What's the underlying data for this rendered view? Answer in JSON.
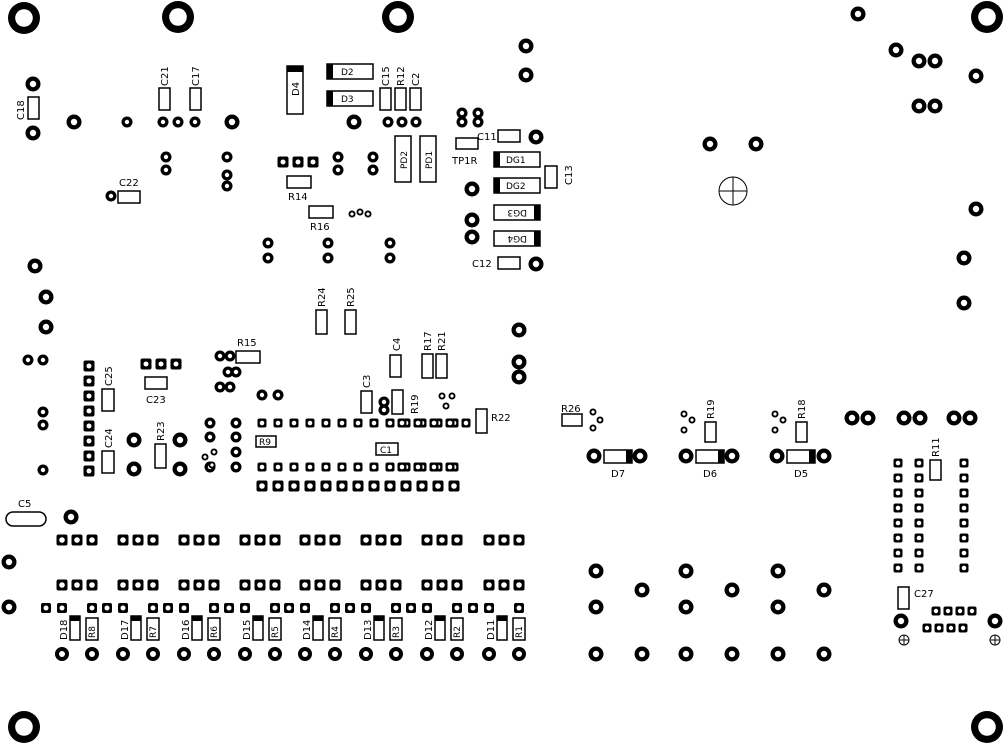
{
  "labels": {
    "C21": "C21",
    "C17": "C17",
    "C18": "C18",
    "D4": "D4",
    "D2": "D2",
    "D3": "D3",
    "C15": "C15",
    "R12": "R12",
    "C2": "C2",
    "C11": "C11",
    "PD2": "PD2",
    "PD1": "PD1",
    "TP1R": "TP1R",
    "DG1": "DG1",
    "DG2": "DG2",
    "DG3": "DG3",
    "DG4": "DG4",
    "C13": "C13",
    "C12": "C12",
    "C22": "C22",
    "R14": "R14",
    "R16": "R16",
    "R24": "R24",
    "R25": "R25",
    "R15": "R15",
    "C4": "C4",
    "R17": "R17",
    "R21": "R21",
    "C25": "C25",
    "C23": "C23",
    "C3": "C3",
    "R19a": "R19",
    "R22": "R22",
    "R26": "R26",
    "R19b": "R19",
    "R18": "R18",
    "C24": "C24",
    "R23": "R23",
    "R9": "R9",
    "C1": "C1",
    "D7": "D7",
    "D6": "D6",
    "D5": "D5",
    "R11": "R11",
    "C5": "C5",
    "C27": "C27",
    "D18": "D18",
    "R8": "R8",
    "D17": "D17",
    "R7": "R7",
    "D16": "D16",
    "R6": "R6",
    "D15": "D15",
    "R5": "R5",
    "D14": "D14",
    "R4": "R4",
    "D13": "D13",
    "R3": "R3",
    "D12": "D12",
    "R2": "R2",
    "D11": "D11",
    "R1": "R1"
  }
}
